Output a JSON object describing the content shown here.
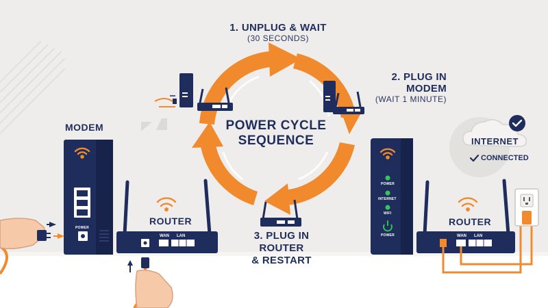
{
  "diagram": {
    "center_title": [
      "POWER CYCLE",
      "SEQUENCE"
    ],
    "steps": [
      {
        "title": "1. UNPLUG & WAIT",
        "subtitle": "(30 SECONDS)"
      },
      {
        "title": "2. PLUG IN MODEM",
        "subtitle": "(WAIT 1 MINUTE)"
      },
      {
        "title": "3. PLUG IN ROUTER",
        "subtitle": "& RESTART"
      }
    ],
    "arrow_color": "#f08a2c",
    "device_color": "#1f2d5c"
  },
  "left": {
    "modem_label": "MODEM",
    "modem_power_label": "POWER",
    "router_label": "ROUTER",
    "router_ports": {
      "wan": "WAN",
      "lan": "LAN"
    }
  },
  "right": {
    "status_indicators": [
      "POWER",
      "INTERNET",
      "WIFI",
      "POWER"
    ],
    "router_label": "ROUTER",
    "router_ports": {
      "wan": "WAN",
      "lan": "LAN"
    },
    "cloud_label": "INTERNET",
    "connected_label": "CONNECTED",
    "indicator_color": "#34c759"
  }
}
